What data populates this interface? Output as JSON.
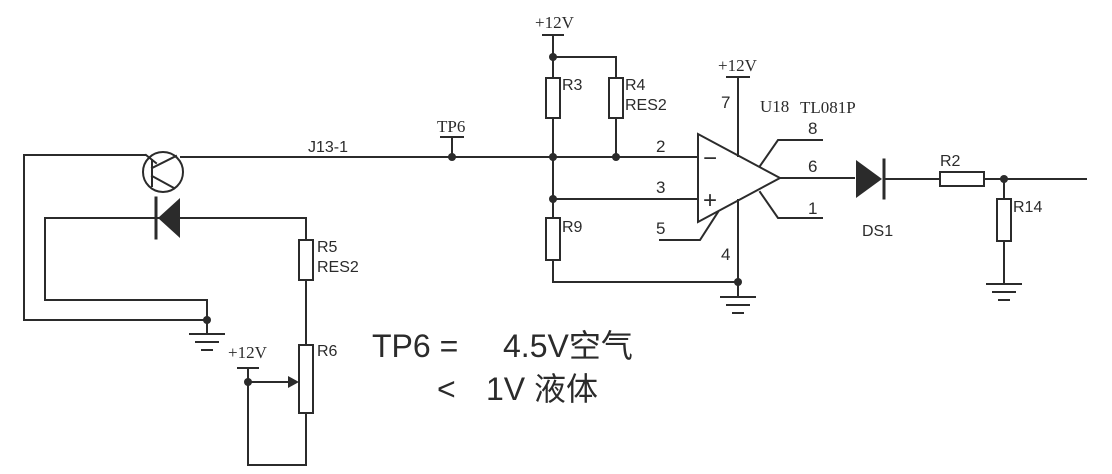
{
  "labels": {
    "vcc_top": "+12V",
    "vcc_op": "+12V",
    "vcc_pot": "+12V",
    "r3": "R3",
    "r4": "R4",
    "r4_type": "RES2",
    "r9": "R9",
    "r5": "R5",
    "r5_type": "RES2",
    "r6": "R6",
    "r2": "R2",
    "r14": "R14",
    "ds1": "DS1",
    "j13": "J13-1",
    "tp6": "TP6",
    "u18": "U18",
    "u18_part": "TL081P",
    "pin2": "2",
    "pin3": "3",
    "pin4": "4",
    "pin5": "5",
    "pin6": "6",
    "pin7": "7",
    "pin8": "8",
    "pin1": "1",
    "minus": "−",
    "plus": "+"
  },
  "note": {
    "line1_left": "TP6 =",
    "line1_right": "4.5V空气",
    "line2_sign": "<",
    "line2_right": "1V  液体"
  }
}
